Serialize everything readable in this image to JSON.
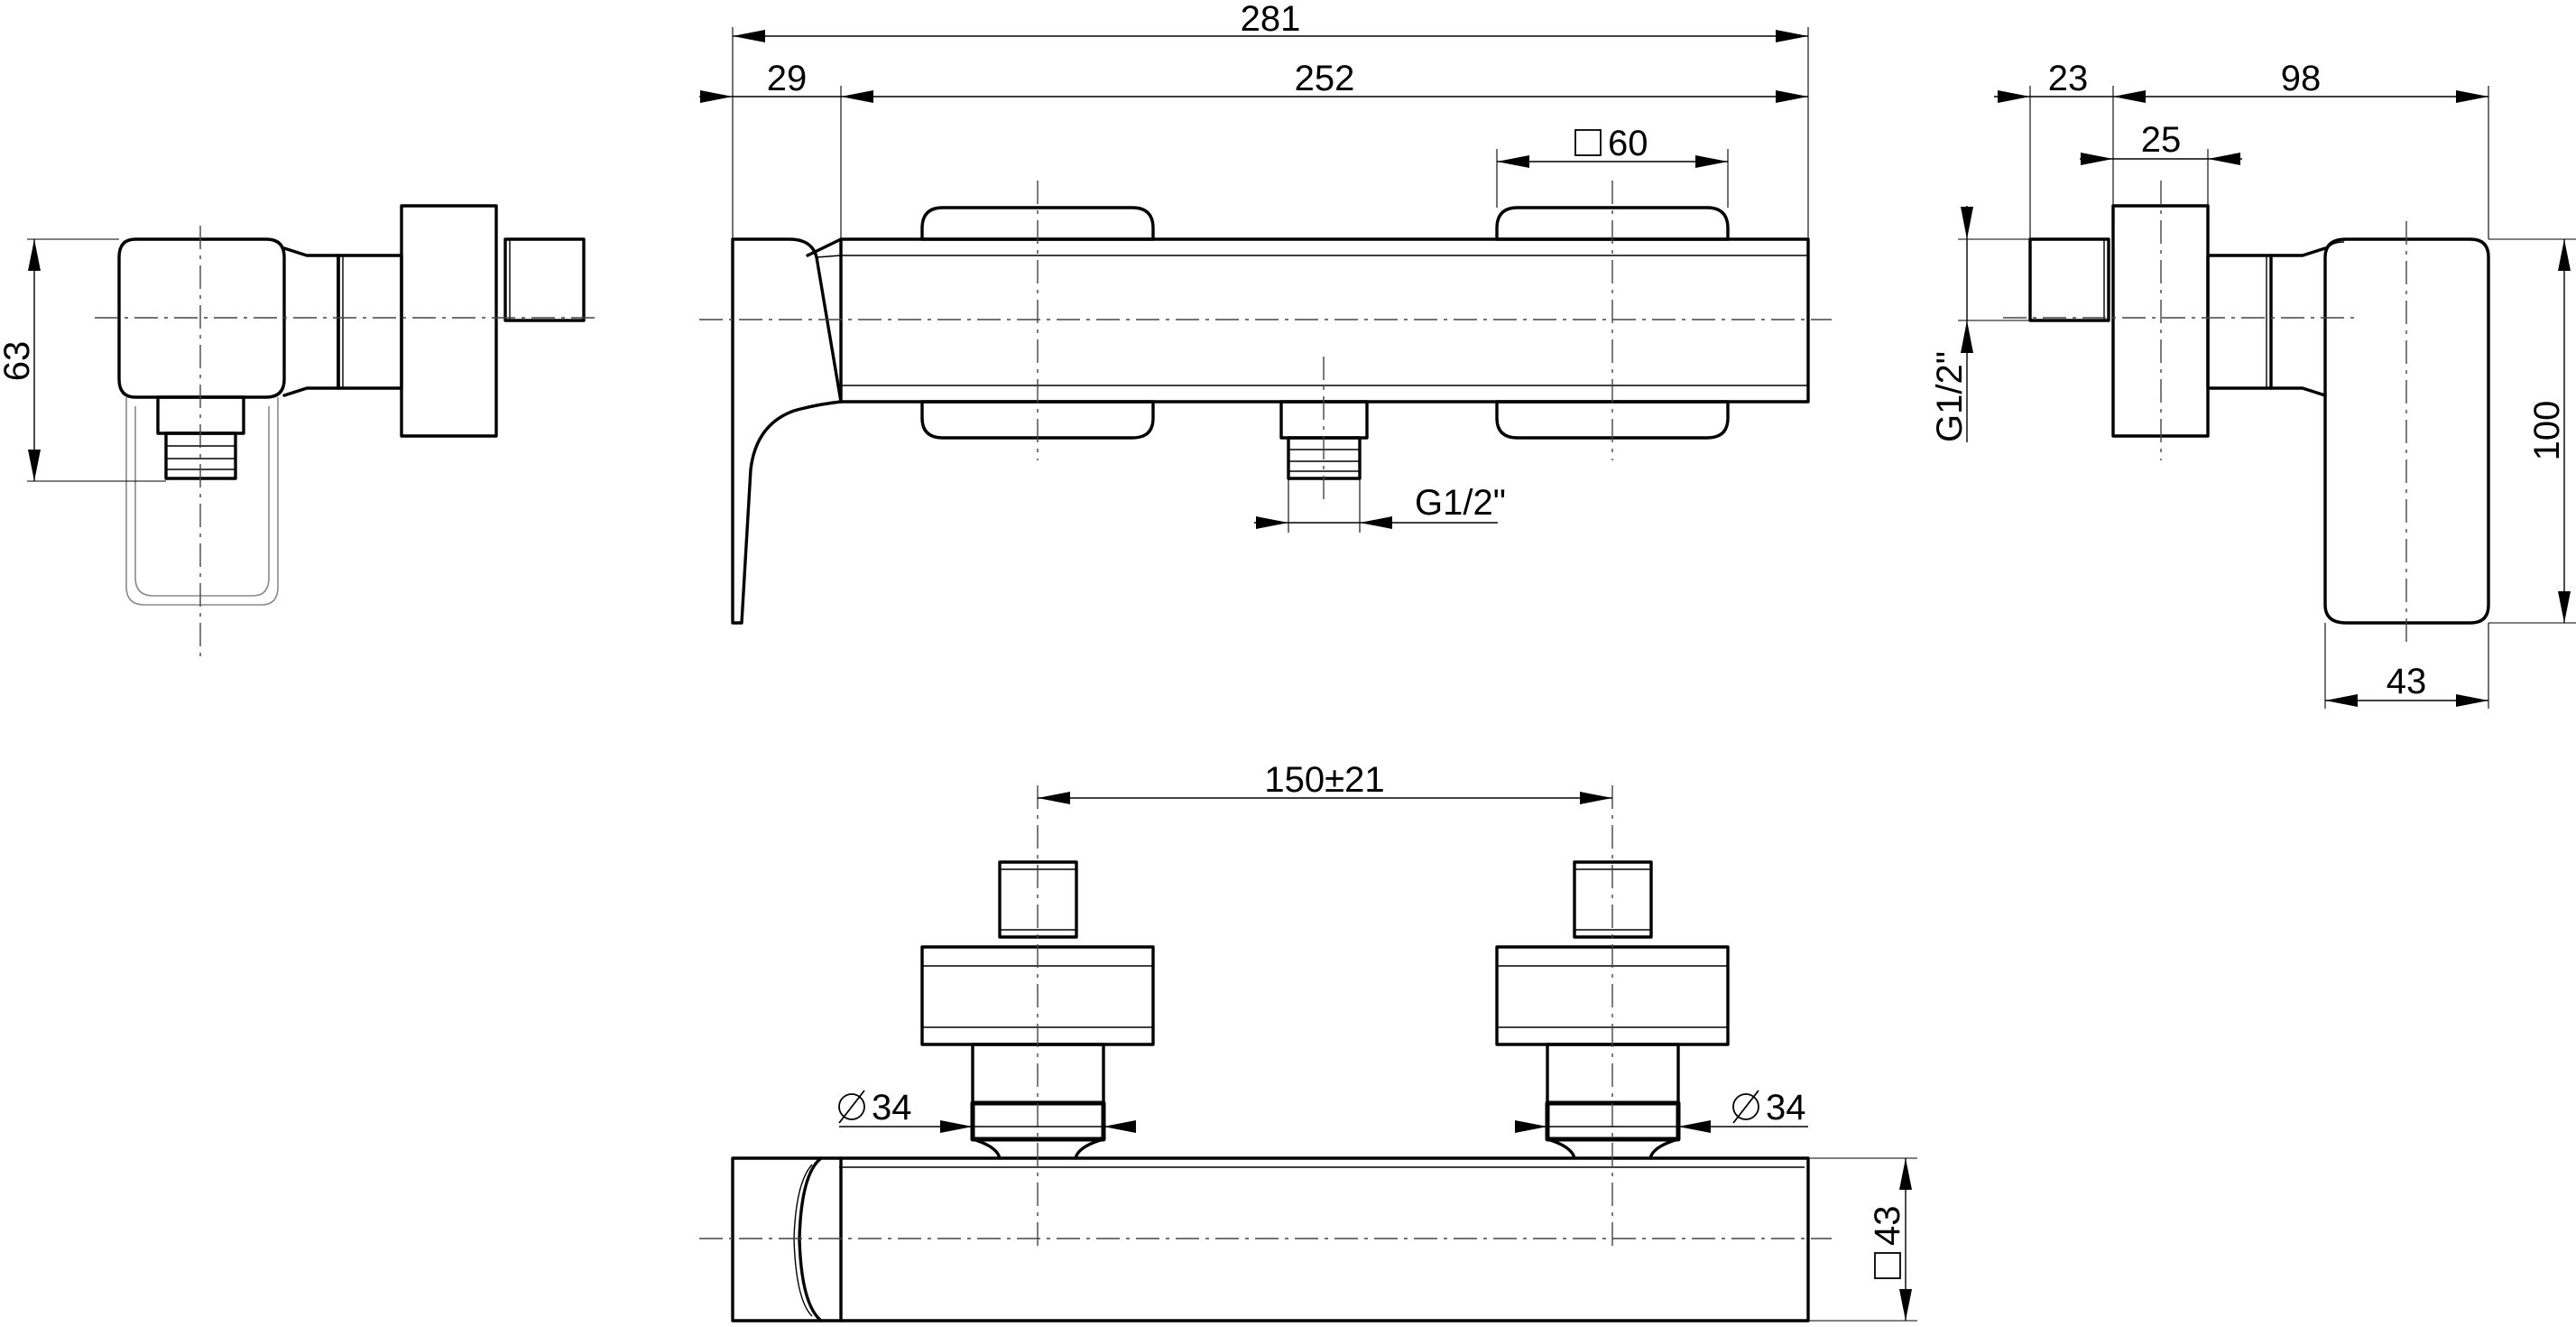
{
  "dimensions": {
    "overall_length": "281",
    "spout_offset": "29",
    "body_length": "252",
    "handle_square": "60",
    "outlet_thread": "G1/2\"",
    "side_height": "63",
    "inlet_thread": "G1/2\"",
    "inlet_length": "23",
    "projection": "98",
    "cover_depth": "25",
    "lever_height": "100",
    "lever_width": "43",
    "center_distance": "150±21",
    "flange_diameter_left": "34",
    "flange_diameter_right": "34",
    "body_square": "43"
  },
  "colors": {
    "line": "#000000",
    "hidden_line": "#8a8a8a",
    "background": "#ffffff"
  },
  "symbols": {
    "square": "square-symbol-icon",
    "diameter": "diameter-symbol-icon"
  }
}
